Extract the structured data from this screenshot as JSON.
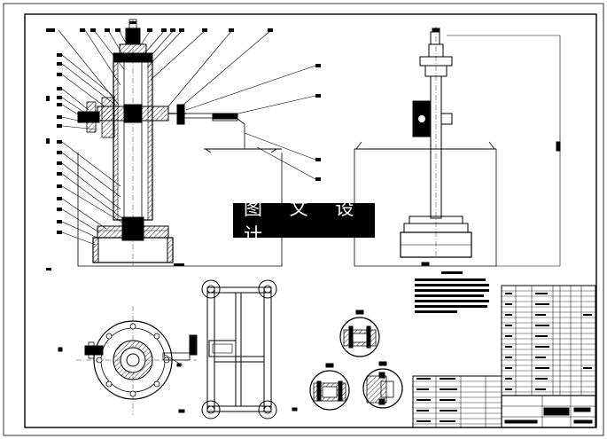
{
  "watermark": {
    "text": "图 文 设 计"
  },
  "colors": {
    "line": "#000000",
    "paper": "#ffffff"
  },
  "views": {
    "section_front": "sectional-front-view",
    "side": "side-view",
    "plan": "plan-view",
    "frame": "frame-top-view",
    "details": "seal-detail-views",
    "notes": "technical-requirements",
    "bom": "parts-list",
    "title_block": "title-block"
  }
}
